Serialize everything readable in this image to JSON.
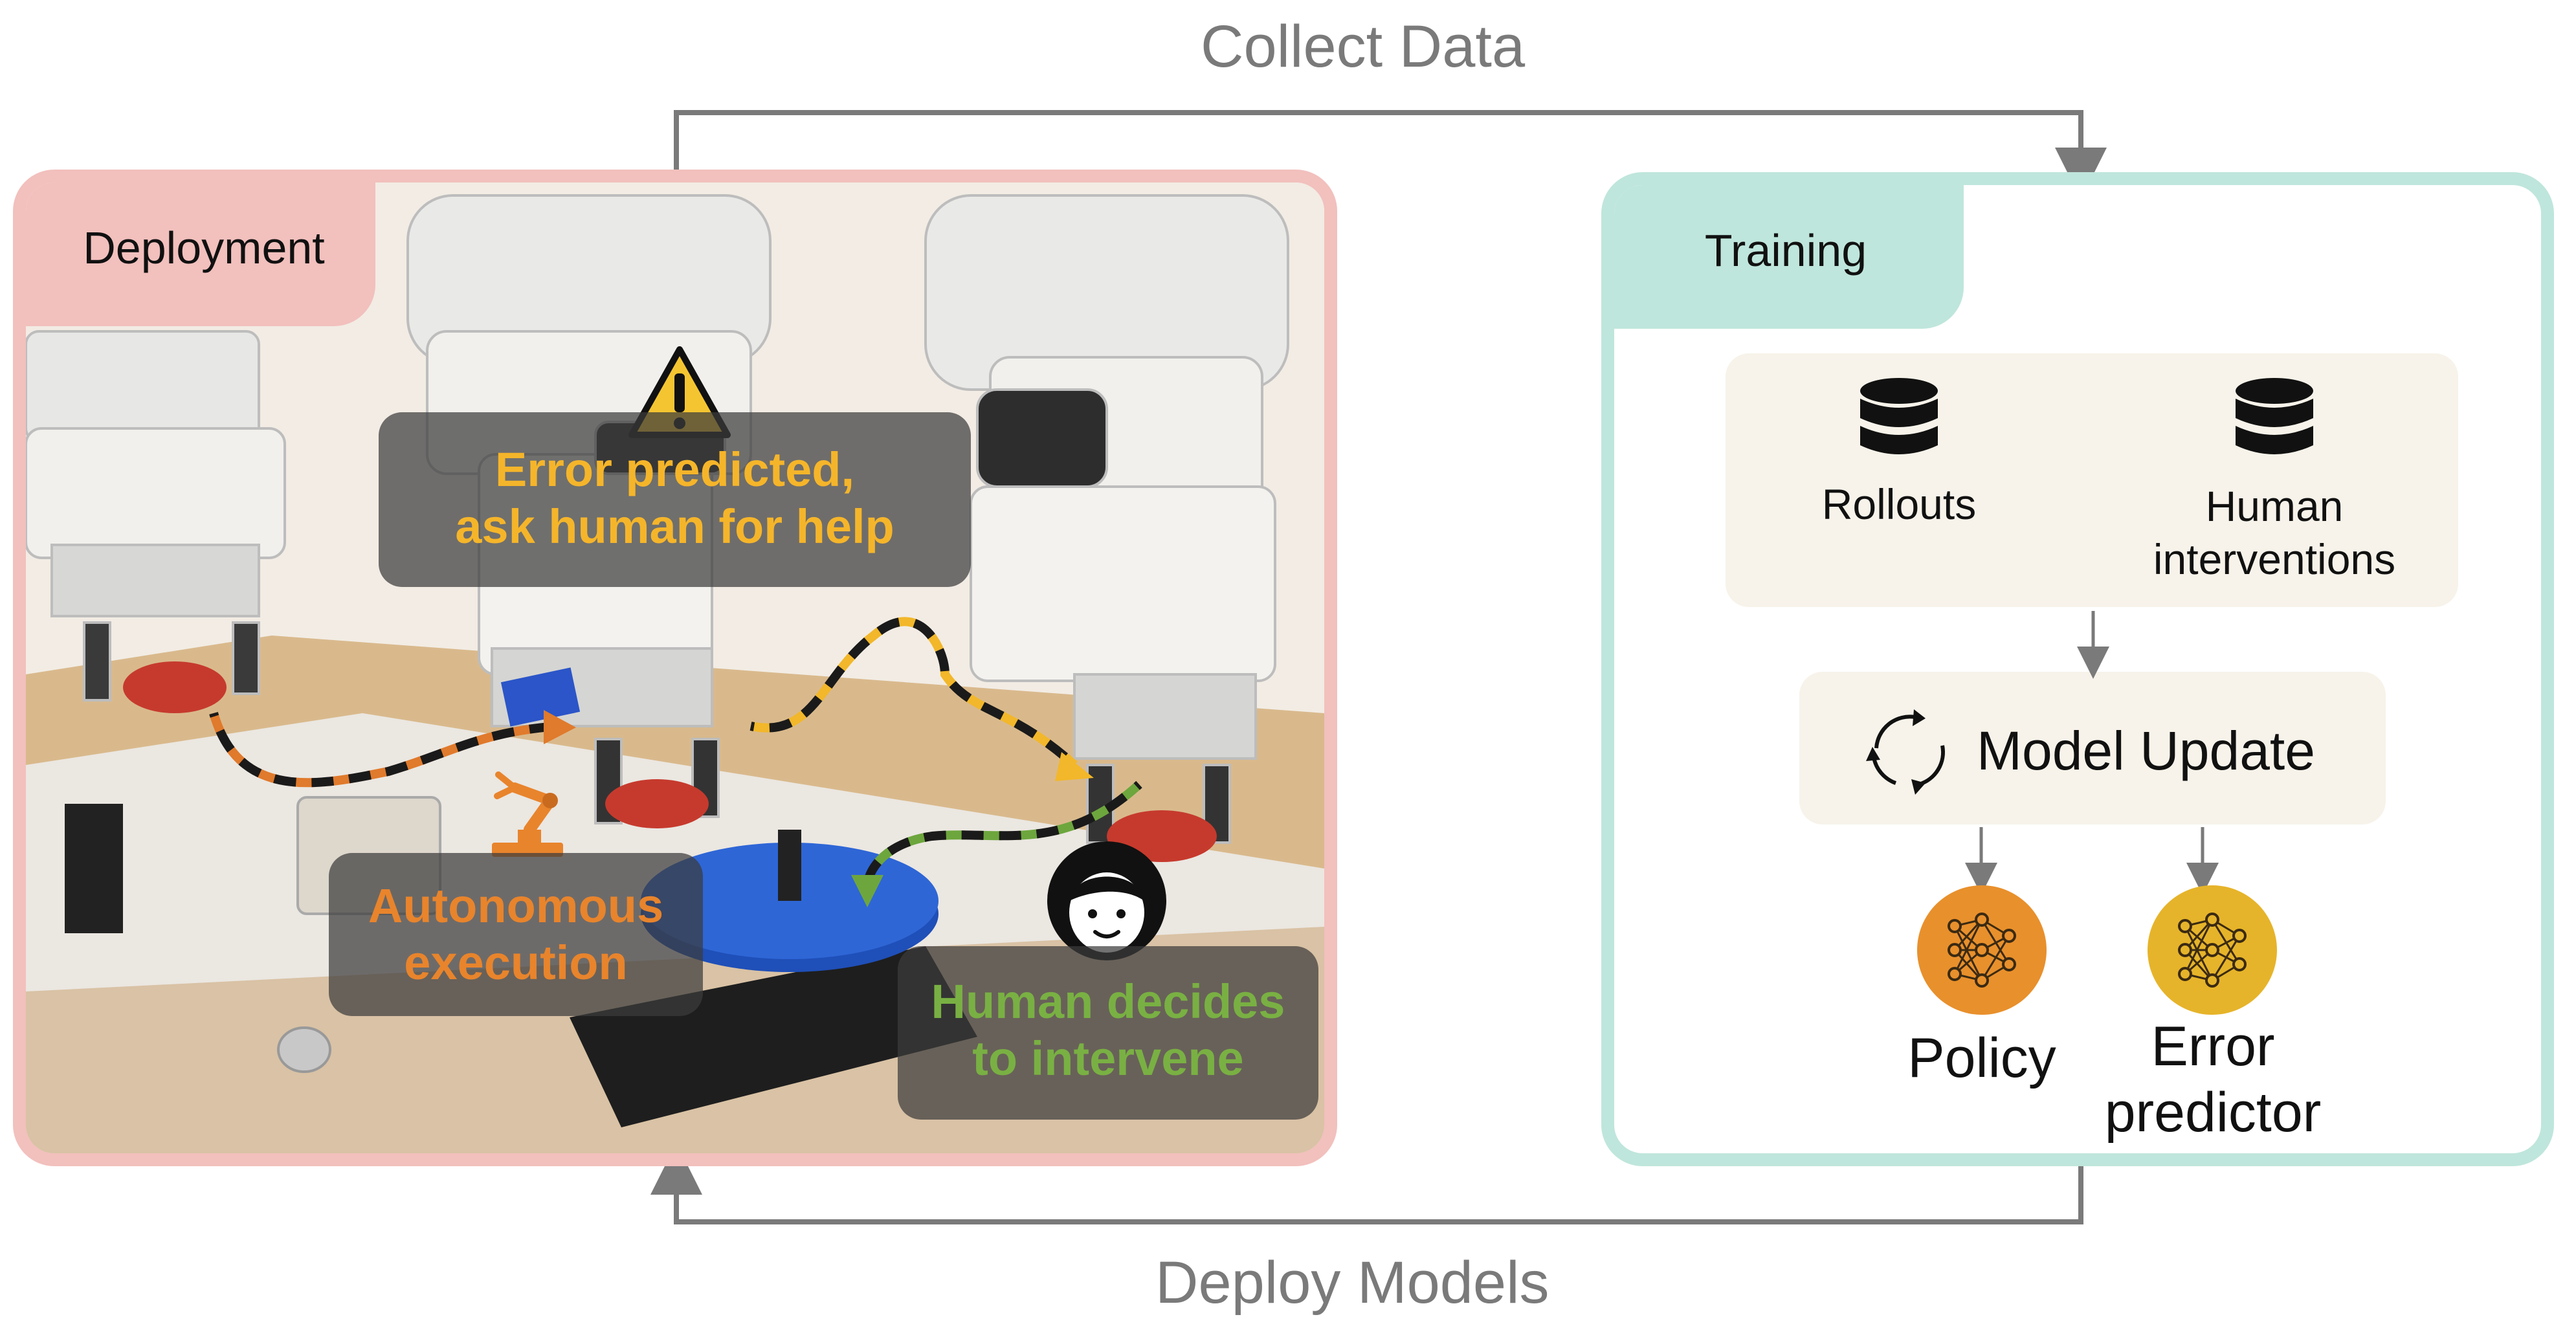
{
  "flow": {
    "top_label": "Collect Data",
    "bottom_label": "Deploy Models"
  },
  "deployment": {
    "tab_label": "Deployment",
    "error_callout": {
      "line1": "Error predicted,",
      "line2": "ask human for help",
      "color": "#f5b52a"
    },
    "autonomous_callout": {
      "line1": "Autonomous",
      "line2": "execution",
      "color": "#e8842c"
    },
    "human_callout": {
      "line1": "Human decides",
      "line2": "to intervene",
      "color": "#79b043"
    },
    "icons": [
      "warning-icon",
      "robot-arm-icon",
      "human-face-icon"
    ]
  },
  "training": {
    "tab_label": "Training",
    "data_sources": [
      {
        "icon": "database-icon",
        "label": "Rollouts"
      },
      {
        "icon": "database-icon",
        "label_line1": "Human",
        "label_line2": "interventions"
      }
    ],
    "update": {
      "icon": "refresh-cycle-icon",
      "label": "Model Update"
    },
    "outputs": [
      {
        "icon": "neural-network-icon",
        "label": "Policy",
        "color": "#e8902c"
      },
      {
        "icon": "neural-network-icon",
        "label_line1": "Error",
        "label_line2": "predictor",
        "color": "#e6b42a"
      }
    ]
  },
  "colors": {
    "deployment_frame": "#f2c0bd",
    "training_frame": "#bfe6dc",
    "arrow": "#7a7a7a",
    "block_fill": "#f7f3ea"
  }
}
